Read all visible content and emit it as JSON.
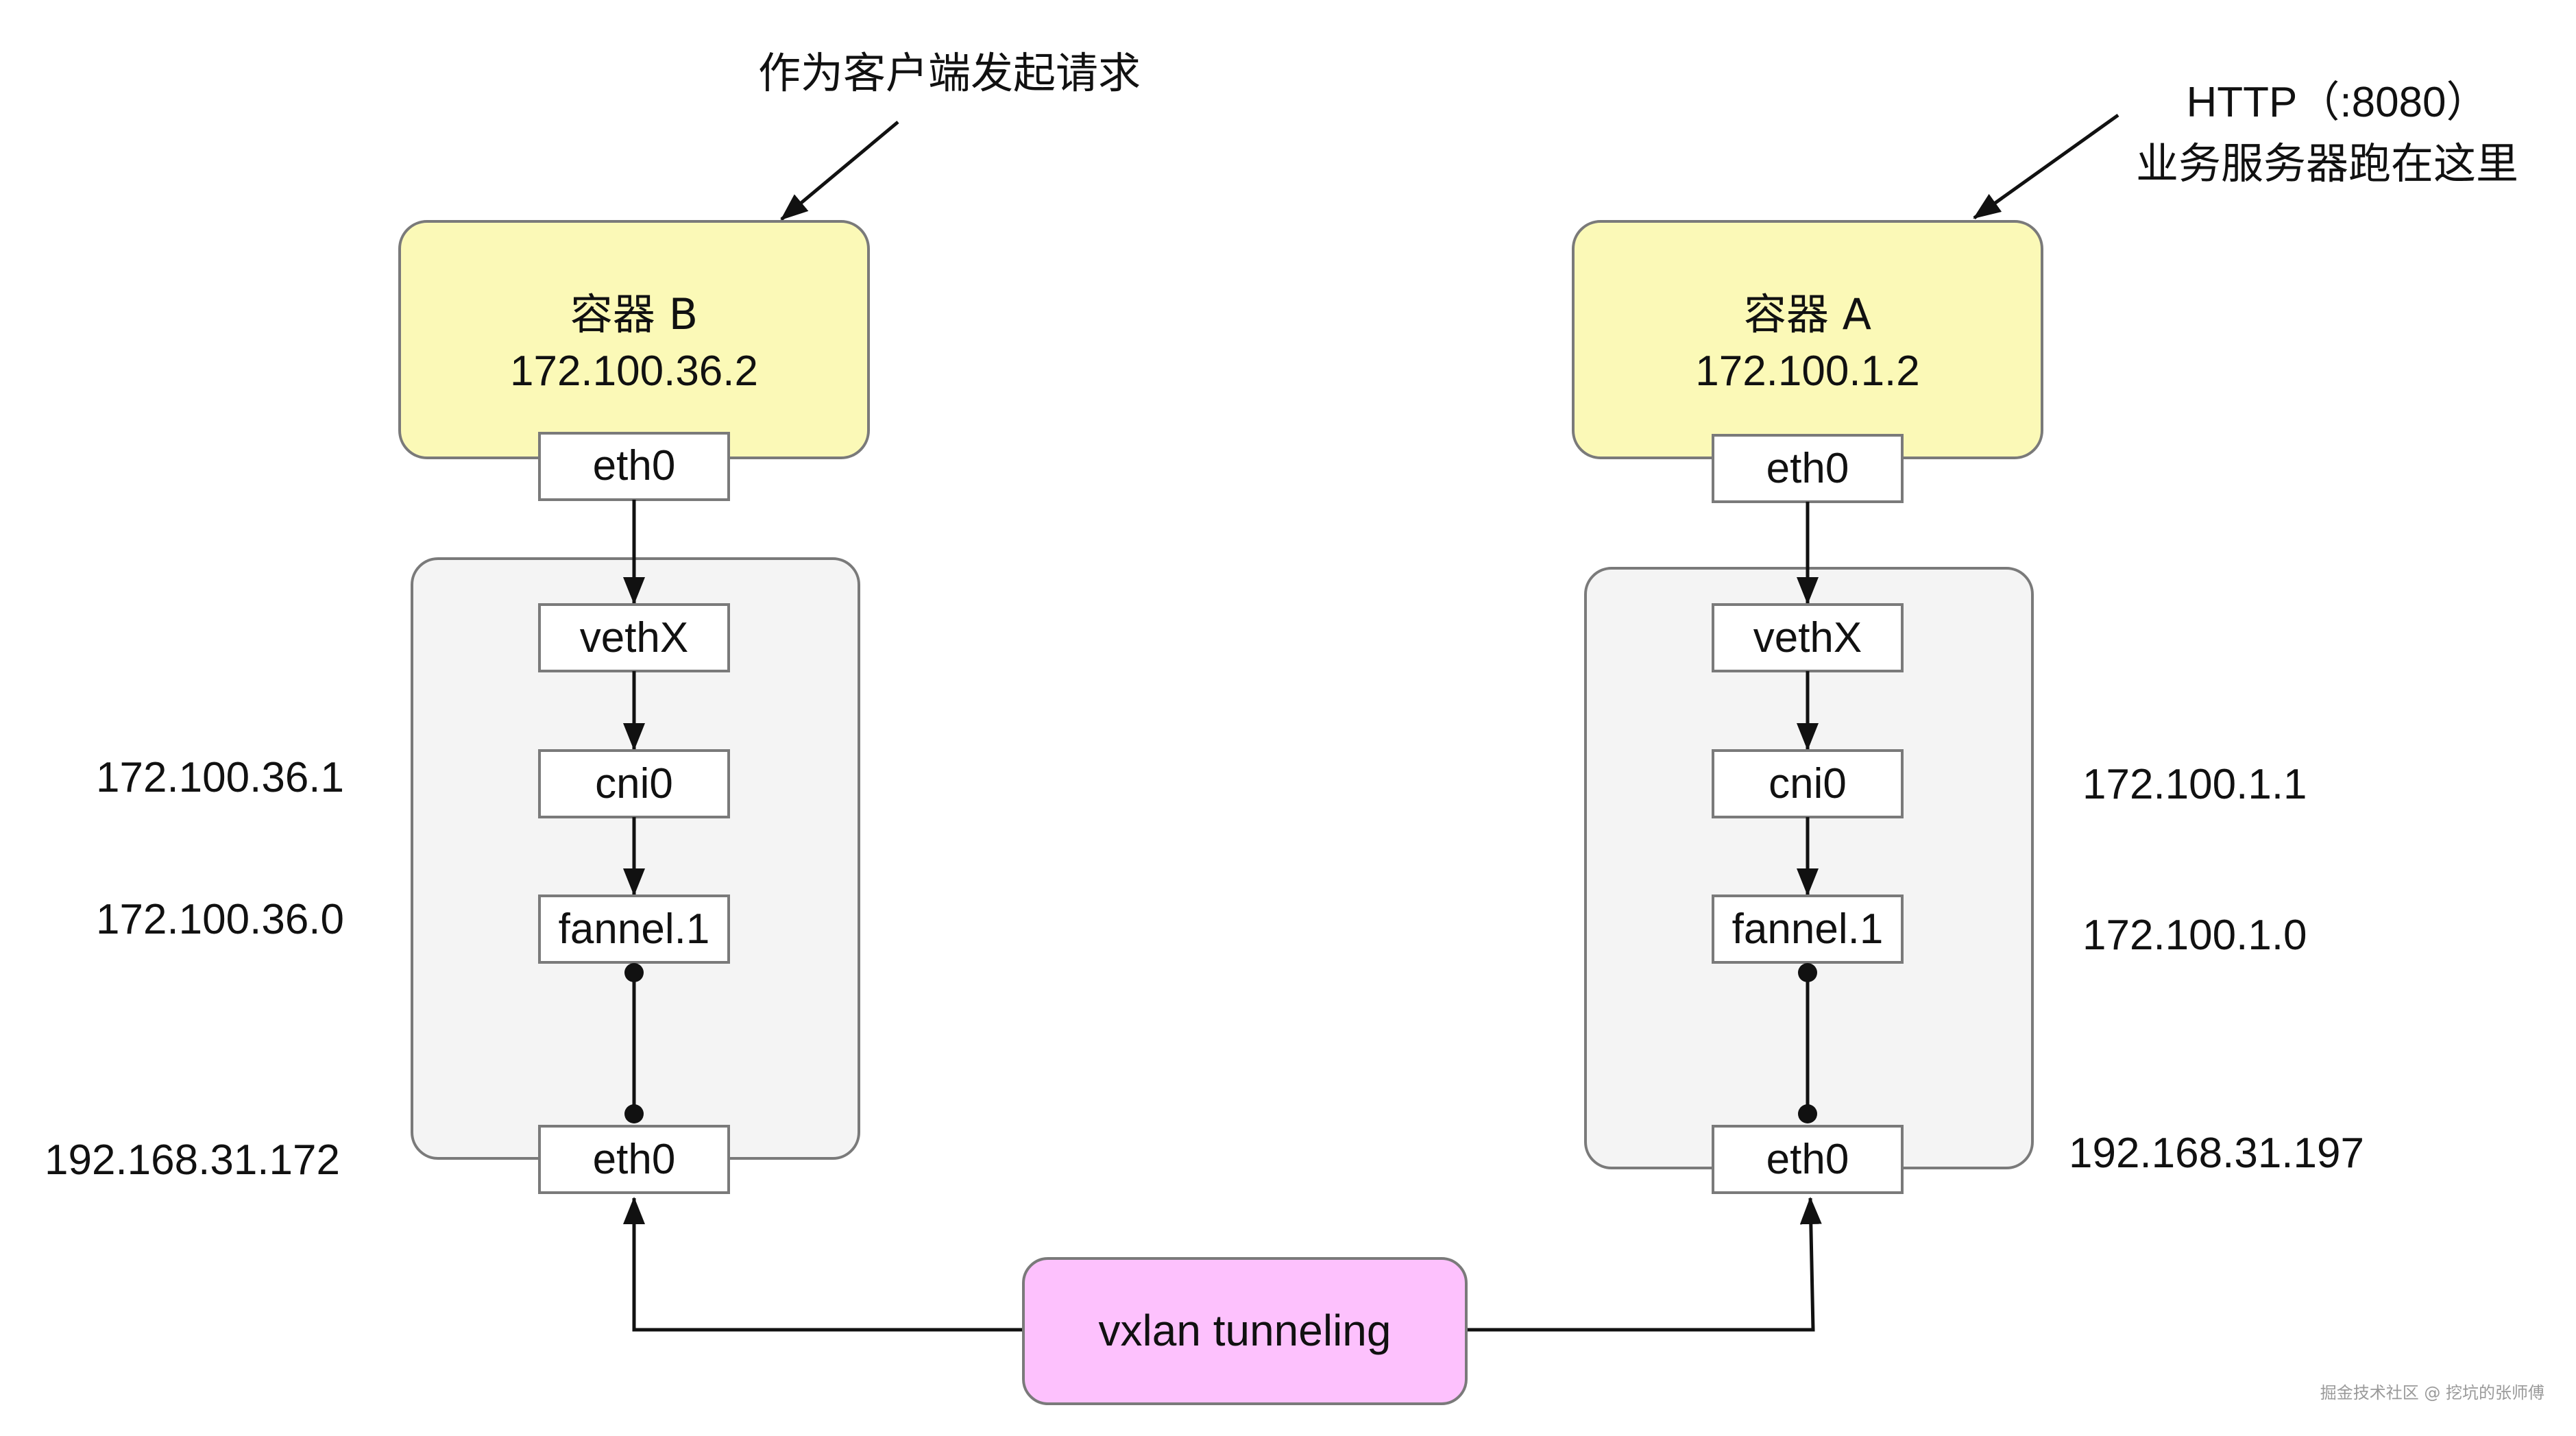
{
  "annotations": {
    "client_note": "作为客户端发起请求",
    "server_note_line1": "HTTP（:8080）",
    "server_note_line2": "业务服务器跑在这里"
  },
  "container_b": {
    "title": "容器 B",
    "ip": "172.100.36.2",
    "eth0": "eth0"
  },
  "container_a": {
    "title": "容器 A",
    "ip": "172.100.1.2",
    "eth0": "eth0"
  },
  "host_b": {
    "veth": "vethX",
    "cni": "cni0",
    "flannel": "fannel.1",
    "eth0": "eth0",
    "cni_ip": "172.100.36.1",
    "flannel_ip": "172.100.36.0",
    "eth0_ip": "192.168.31.172"
  },
  "host_a": {
    "veth": "vethX",
    "cni": "cni0",
    "flannel": "fannel.1",
    "eth0": "eth0",
    "cni_ip": "172.100.1.1",
    "flannel_ip": "172.100.1.0",
    "eth0_ip": "192.168.31.197"
  },
  "tunnel": {
    "label": "vxlan tunneling"
  },
  "watermark": "掘金技术社区 @ 挖坑的张师傅",
  "colors": {
    "container_fill": "#FBF9B7",
    "host_fill": "#F4F4F4",
    "tunnel_fill": "#FDC1FD",
    "box_stroke": "#7A7A7A",
    "line": "#111111"
  }
}
